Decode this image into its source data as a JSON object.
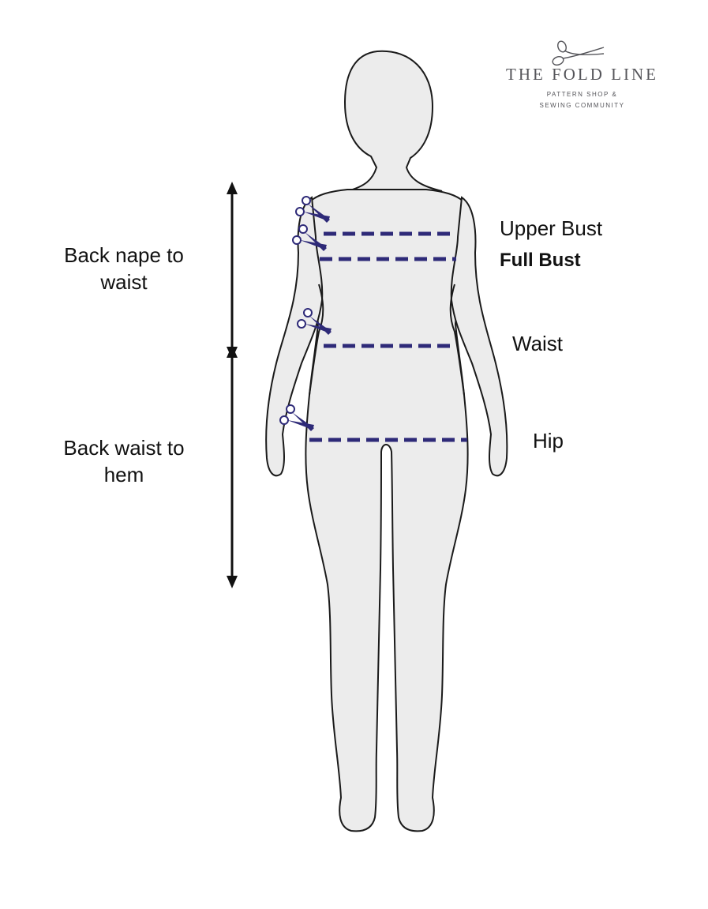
{
  "logo": {
    "title": "THE FOLD LINE",
    "subtitle_line1": "PATTERN SHOP &",
    "subtitle_line2": "SEWING COMMUNITY",
    "icon": "scissors-icon"
  },
  "measurements": {
    "upper_bust": "Upper Bust",
    "full_bust": "Full Bust",
    "waist": "Waist",
    "hip": "Hip"
  },
  "lengths": {
    "nape_to_waist_line1": "Back nape to",
    "nape_to_waist_line2": "waist",
    "waist_to_hem_line1": "Back waist to",
    "waist_to_hem_line2": "hem"
  },
  "colors": {
    "figure_fill": "#ececec",
    "figure_stroke": "#1a1a1a",
    "measure_line": "#2e2a78",
    "arrow": "#111111"
  }
}
